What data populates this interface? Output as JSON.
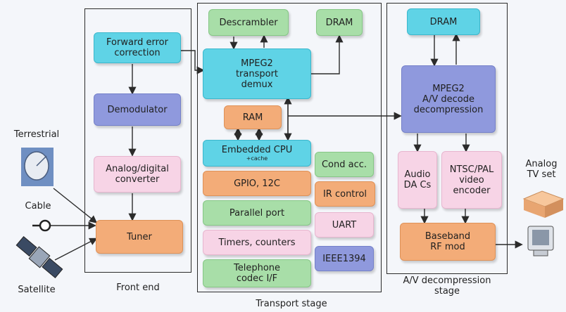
{
  "stages": {
    "front_end": "Front end",
    "transport": "Transport stage",
    "av": "A/V decompression\nstage"
  },
  "front_end": {
    "fec": "Forward error\ncorrection",
    "demod": "Demodulator",
    "adc": "Analog/digital\nconverter",
    "tuner": "Tuner"
  },
  "sources": {
    "terrestrial": "Terrestrial",
    "cable": "Cable",
    "satellite": "Satellite"
  },
  "transport": {
    "descrambler": "Descrambler",
    "dram": "DRAM",
    "demux": "MPEG2\ntransport\ndemux",
    "ram": "RAM",
    "cpu": "Embedded CPU",
    "cpu_sub": "+cache",
    "gpio": "GPIO, 12C",
    "parallel": "Parallel port",
    "timers": "Timers, counters",
    "telephone": "Telephone\ncodec I/F",
    "cond": "Cond acc.",
    "ir": "IR control",
    "uart": "UART",
    "ieee": "IEEE1394"
  },
  "av": {
    "dram": "DRAM",
    "decode": "MPEG2\nA/V decode\ndecompression",
    "audio": "Audio\nDA Cs",
    "video": "NTSC/PAL\nvideo\nencoder",
    "baseband": "Baseband\nRF mod"
  },
  "tv": "Analog\nTV set",
  "colors": {
    "cyan": "#5fd3e6",
    "blue": "#8f99dd",
    "pink": "#f7d4e6",
    "orange": "#f3ac78",
    "green": "#a8dea8"
  }
}
